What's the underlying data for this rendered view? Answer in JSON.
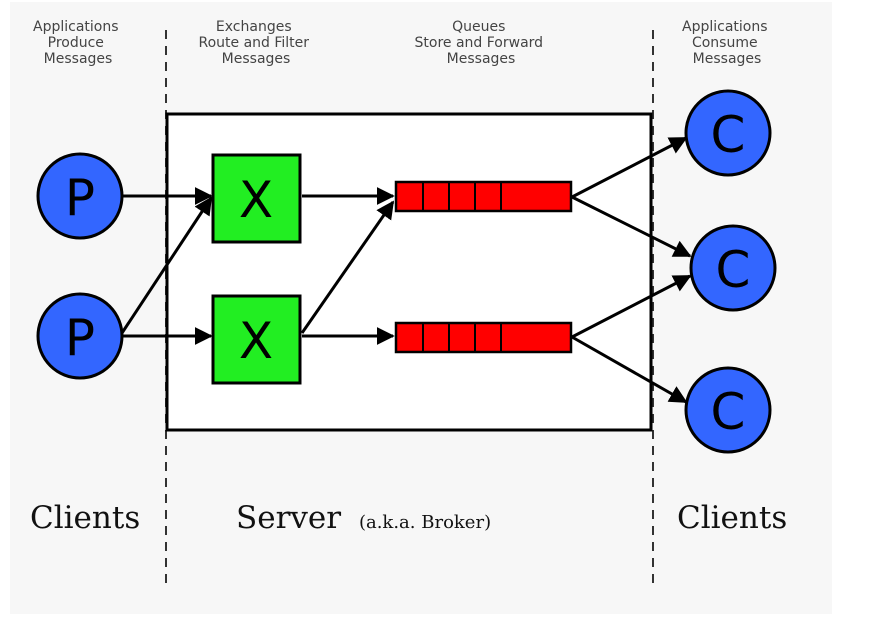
{
  "headers": {
    "produce": [
      "Applications",
      "Produce",
      "Messages"
    ],
    "exchanges": [
      "Exchanges",
      "Route and Filter",
      "Messages"
    ],
    "queues": [
      "Queues",
      "Store and Forward",
      "Messages"
    ],
    "consume": [
      "Applications",
      "Consume",
      "Messages"
    ]
  },
  "labels": {
    "clients_left": "Clients",
    "server": "Server",
    "server_aka": "(a.k.a. Broker)",
    "clients_right": "Clients"
  },
  "nodes": {
    "producer": "P",
    "exchange": "X",
    "consumer": "C"
  },
  "colors": {
    "producer_consumer": "#3366ff",
    "exchange": "#22ee22",
    "queue": "#ff0000",
    "panel_bg": "#f7f7f7"
  }
}
